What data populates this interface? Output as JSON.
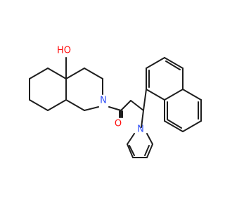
{
  "molecule": {
    "atoms": [
      {
        "id": "oh",
        "text": "HO",
        "color": "#ff0d0d"
      },
      {
        "id": "n1",
        "text": "N",
        "color": "#3050f8"
      },
      {
        "id": "o1",
        "text": "O",
        "color": "#ff0d0d"
      },
      {
        "id": "n2",
        "text": "N",
        "color": "#3050f8"
      }
    ],
    "bond_color": "#1e1e1e"
  }
}
